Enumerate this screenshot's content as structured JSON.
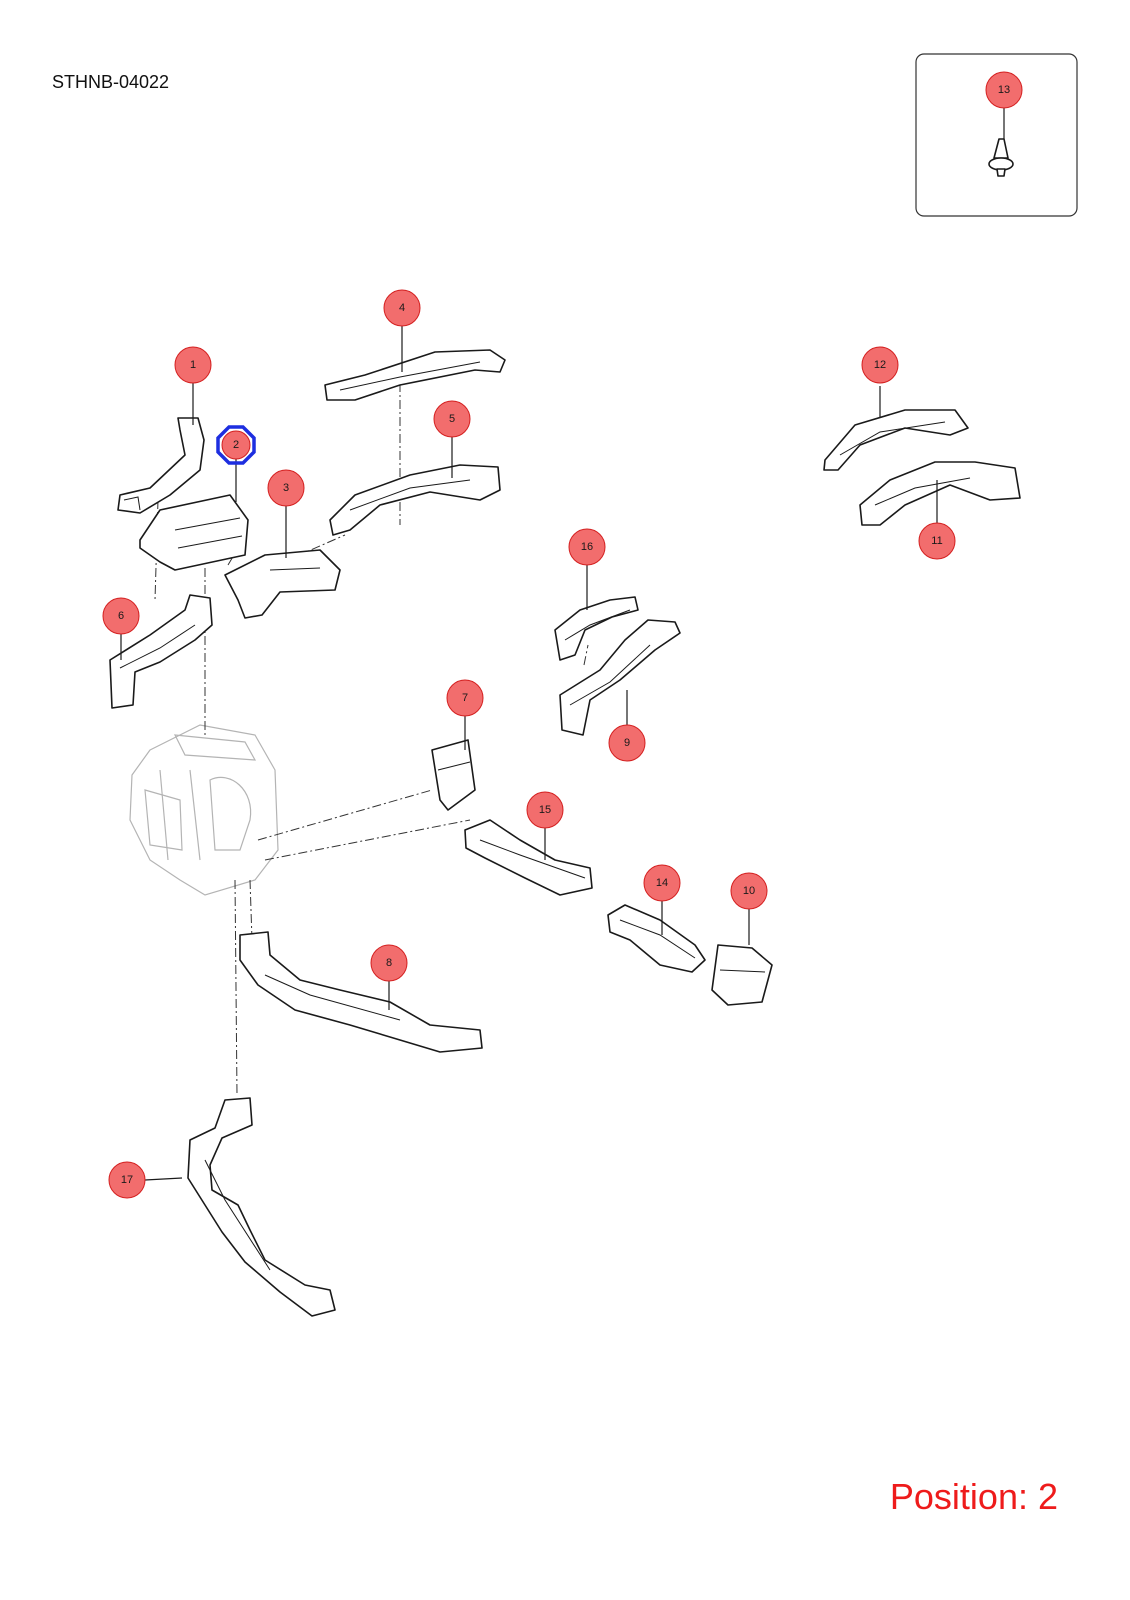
{
  "diagram": {
    "code": "STHNB-04022",
    "position_label": "Position: 2",
    "colors": {
      "callout_fill": "#f26d6d",
      "callout_stroke": "#d42020",
      "highlight": "#1d2ee0",
      "position_text": "#ee1b1b"
    },
    "selected": "2",
    "callouts": [
      "1",
      "2",
      "3",
      "4",
      "5",
      "6",
      "7",
      "8",
      "9",
      "10",
      "11",
      "12",
      "13",
      "14",
      "15",
      "16",
      "17"
    ]
  }
}
